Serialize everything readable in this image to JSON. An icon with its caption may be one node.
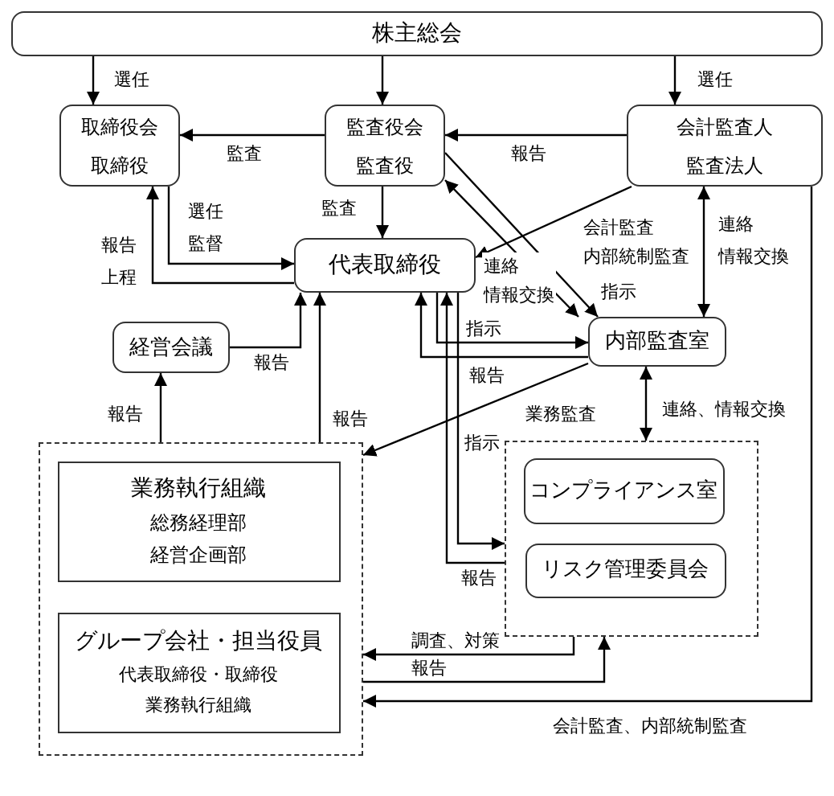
{
  "diagram": {
    "nodes": [
      {
        "text": [
          "株主総会"
        ]
      },
      {
        "text": [
          "取締役会",
          "取締役"
        ]
      },
      {
        "text": [
          "監査役会",
          "監査役"
        ]
      },
      {
        "text": [
          "会計監査人",
          "監査法人"
        ]
      },
      {
        "text": [
          "代表取締役"
        ]
      },
      {
        "text": [
          "経営会議"
        ]
      },
      {
        "text": [
          "内部監査室"
        ]
      },
      {
        "text": [],
        "shape": "box"
      },
      {
        "text": [
          "業務執行組織",
          "総務経理部",
          "経営企画部"
        ],
        "in": 7
      },
      {
        "text": [
          "グループ会社・担当役員",
          "代表取締役・取締役",
          "業務執行組織"
        ],
        "in": 7
      },
      {
        "text": [],
        "shape": "box"
      },
      {
        "text": [
          "コンプライアンス室"
        ],
        "in": 10
      },
      {
        "text": [
          "リスク管理委員会"
        ],
        "in": 10
      }
    ],
    "edges": [
      {
        "from": 0,
        "to": 1,
        "arrow": "to",
        "label": "選任"
      },
      {
        "from": 0,
        "to": 2,
        "arrow": "to"
      },
      {
        "from": 0,
        "to": 3,
        "arrow": "to",
        "label": "選任"
      },
      {
        "from": 2,
        "to": 1,
        "arrow": "to",
        "label": "監査"
      },
      {
        "from": 3,
        "to": 2,
        "arrow": "to",
        "label": "報告"
      },
      {
        "from": 2,
        "to": 4,
        "arrow": "to",
        "label": "監査"
      },
      {
        "from": 1,
        "to": 4,
        "arrow": "to",
        "label": "選任監督"
      },
      {
        "from": 4,
        "to": 1,
        "arrow": "to",
        "label": "報告上程"
      },
      {
        "from": 5,
        "to": 4,
        "arrow": "to",
        "label": "報告"
      },
      {
        "from": 3,
        "to": 4,
        "arrow": "to",
        "label": "会計監査内部統制監査"
      },
      {
        "from": 2,
        "to": 6,
        "arrow": "to",
        "label": "指示"
      },
      {
        "from": 6,
        "to": 2,
        "arrow": "both",
        "label": "連絡情報交換"
      },
      {
        "from": 3,
        "to": 6,
        "arrow": "both",
        "label": "連絡情報交換"
      },
      {
        "from": 4,
        "to": 6,
        "arrow": "to",
        "label": "指示"
      },
      {
        "from": 6,
        "to": 4,
        "arrow": "to",
        "label": "報告"
      },
      {
        "from": 4,
        "to": 10,
        "arrow": "to",
        "label": "指示"
      },
      {
        "from": 10,
        "to": 4,
        "arrow": "to",
        "label": "報告"
      },
      {
        "from": 6,
        "to": 7,
        "arrow": "to",
        "label": "業務監査"
      },
      {
        "from": 6,
        "to": 10,
        "arrow": "both",
        "label": "連絡、情報交換"
      },
      {
        "from": 10,
        "to": 7,
        "arrow": "to",
        "label": "調査、対策"
      },
      {
        "from": 7,
        "to": 10,
        "arrow": "to",
        "label": "報告"
      },
      {
        "from": 3,
        "to": 7,
        "arrow": "to",
        "label": "会計監査、内部統制監査"
      },
      {
        "from": 7,
        "to": 5,
        "arrow": "to",
        "label": "報告"
      },
      {
        "from": 7,
        "to": 4,
        "arrow": "to",
        "label": "報告"
      }
    ]
  }
}
